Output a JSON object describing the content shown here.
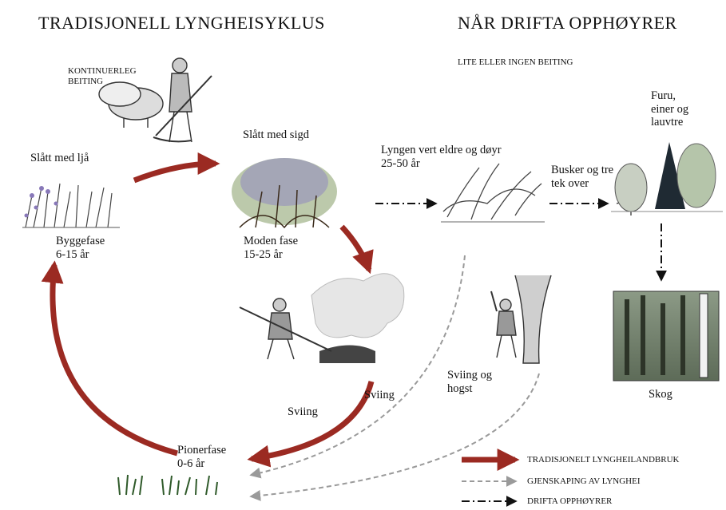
{
  "headings": {
    "left": "TRADISJONELL LYNGHEISYKLUS",
    "right": "NÅR DRIFTA OPPHØYRER"
  },
  "captions": {
    "continuous_grazing": "KONTINUERLEG\nBEITING",
    "little_grazing": "LITE ELLER INGEN BEITING"
  },
  "labels": {
    "scythe": "Slått med ljå",
    "sickle": "Slått med sigd",
    "building_phase": "Byggefase\n6-15 år",
    "mature_phase": "Moden fase\n15-25 år",
    "heather_ages": "Lyngen vert eldre og døyr\n25-50 år",
    "shrubs_trees": "Busker og tre\ntek over",
    "pine_juniper": "Furu,\neiner og\nlauvtre",
    "forest": "Skog",
    "burning_left": "Sviing",
    "burning_right": "Sviing",
    "burning_felling": "Sviing og\nhogst",
    "pioneer_phase": "Pionerfase\n0-6 år"
  },
  "legend": {
    "traditional": "TRADISJONELT LYNGHEILANDBRUK",
    "recreation": "GJENSKAPING AV LYNGHEI",
    "abandonment": "DRIFTA OPPHØYRER"
  },
  "colors": {
    "traditional_arrow": "#9b2a22",
    "recreation_arrow": "#9a9a9a",
    "abandonment_arrow": "#111111"
  }
}
